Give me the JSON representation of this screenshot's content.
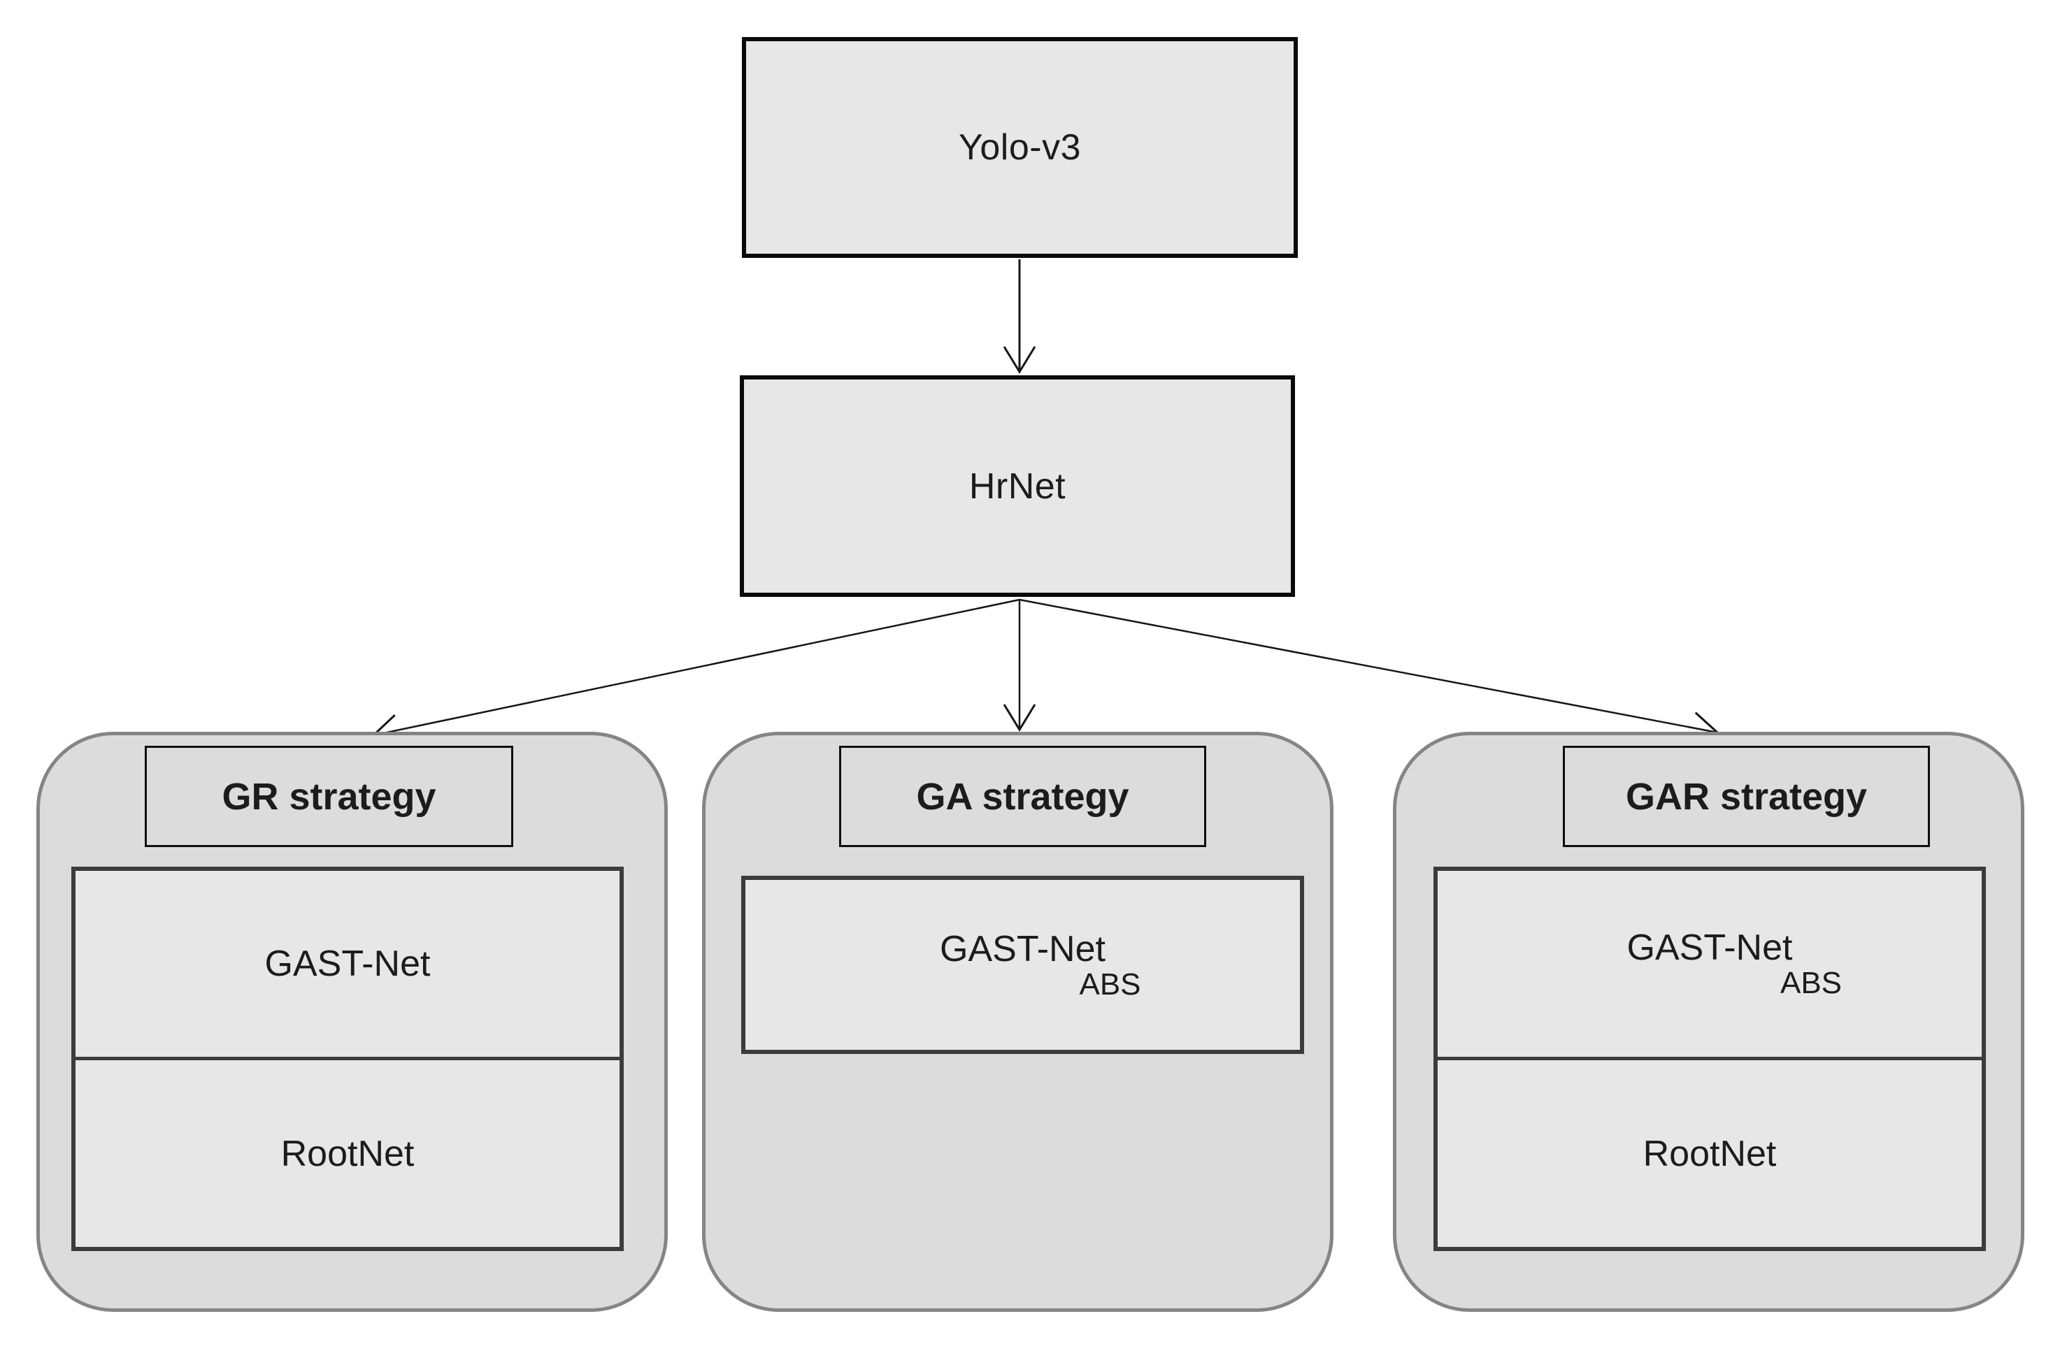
{
  "nodes": {
    "yolo": {
      "label": "Yolo-v3"
    },
    "hrnet": {
      "label": "HrNet"
    }
  },
  "strategies": [
    {
      "title": "GR strategy",
      "cells": [
        "GAST-Net",
        "RootNet"
      ]
    },
    {
      "title": "GA strategy",
      "cells": [
        "GAST-Net"
      ],
      "abs_label": "ABS"
    },
    {
      "title": "GAR strategy",
      "cells": [
        "GAST-Net",
        "RootNet"
      ],
      "abs_label": "ABS"
    }
  ],
  "edges": [
    {
      "from": "Yolo-v3",
      "to": "HrNet"
    },
    {
      "from": "HrNet",
      "to": "GR strategy"
    },
    {
      "from": "HrNet",
      "to": "GA strategy"
    },
    {
      "from": "HrNet",
      "to": "GAR strategy"
    }
  ],
  "colors": {
    "node_fill": "#e7e7e7",
    "node_border": "#0a0a0a",
    "container_fill": "#dcdcdc",
    "container_border": "#858585",
    "inner_border": "#3c3c3c",
    "arrow": "#161616",
    "text": "#1c1c1c"
  }
}
